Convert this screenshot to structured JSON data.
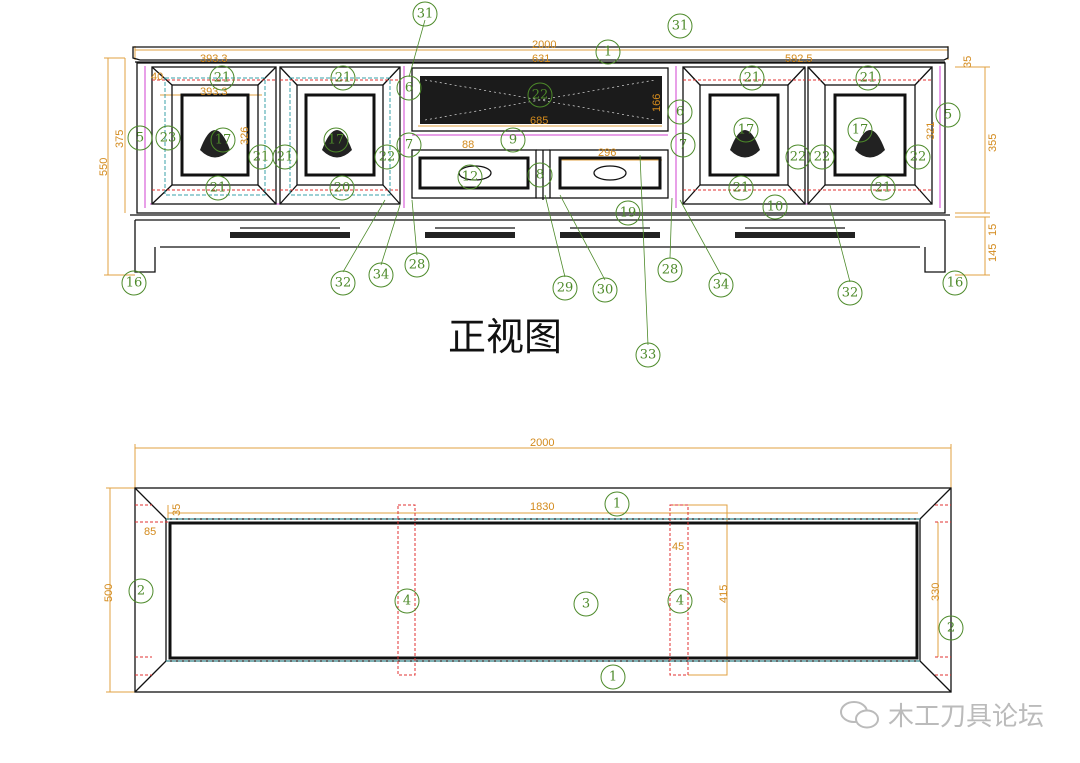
{
  "front_view": {
    "title": "正视图",
    "dimensions": {
      "overall_width": "2000",
      "center_width": "631",
      "left_door_width": "393.3",
      "left_panel_width": "393.3",
      "right_door_width": "592.5",
      "door_height": "375",
      "overall_height": "550",
      "right_height": "355",
      "top_thickness": "35",
      "apron_gap": "15",
      "base_height": "145",
      "stile": "40",
      "lattice_width": "685",
      "drawer_width": "296",
      "rail": "88",
      "right_panel_height": "321",
      "left_panel_height": "326",
      "lattice_height": "166"
    },
    "balloons": [
      "1",
      "21",
      "21",
      "21",
      "21",
      "21",
      "20",
      "21",
      "21",
      "5",
      "5",
      "23",
      "17",
      "17",
      "17",
      "17",
      "21",
      "21",
      "22",
      "22",
      "22",
      "22",
      "22",
      "6",
      "6",
      "9",
      "8",
      "29",
      "30",
      "33",
      "34",
      "34",
      "28",
      "28",
      "32",
      "32",
      "16",
      "16",
      "19",
      "10",
      "7",
      "7",
      "31",
      "31",
      "12"
    ]
  },
  "plan_view": {
    "dimensions": {
      "overall_width": "2000",
      "inner_width": "1830",
      "depth": "500",
      "frame": "85",
      "offset": "35",
      "rail_width": "45",
      "rail_length": "415",
      "inner_depth": "330"
    },
    "balloons": [
      "1",
      "1",
      "2",
      "2",
      "3",
      "4",
      "4"
    ]
  },
  "watermark": {
    "text": "木工刀具论坛",
    "icon": "wechat-icon"
  },
  "colors": {
    "outline": "#111111",
    "dimension": "#d38a1c",
    "balloon": "#4d8a2a",
    "hidden": "#e03030",
    "center": "#d040d0",
    "aux": "#3aa0a8"
  }
}
